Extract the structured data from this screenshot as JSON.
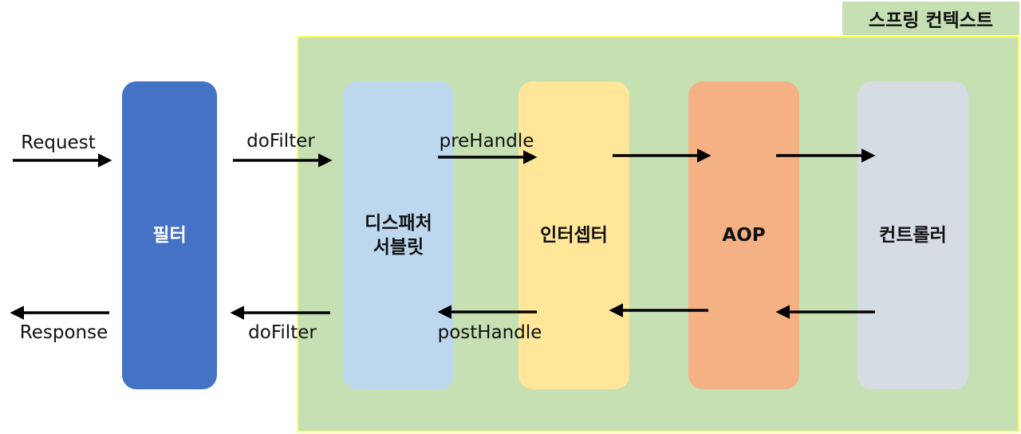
{
  "context": {
    "label": "스프링 컨텍스트"
  },
  "components": {
    "filter": "필터",
    "dispatcher": "디스패처\n서블릿",
    "interceptor": "인터셉터",
    "aop": "AOP",
    "controller": "컨트롤러"
  },
  "flow_labels": {
    "request": "Request",
    "response": "Response",
    "do_filter_in": "doFilter",
    "do_filter_out": "doFilter",
    "pre_handle": "preHandle",
    "post_handle": "postHandle"
  },
  "colors": {
    "context_bg": "#c6e0b4",
    "context_border": "#ffff66",
    "filter": "#4472c4",
    "dispatcher": "#bdd7ee",
    "interceptor": "#ffe699",
    "aop": "#f4b183",
    "controller": "#d6dce4"
  }
}
